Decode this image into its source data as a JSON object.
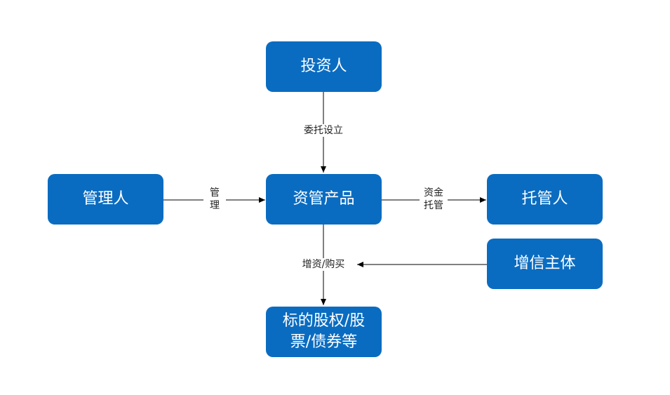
{
  "nodes": {
    "investor": "投资人",
    "manager": "管理人",
    "product": "资管产品",
    "custodian": "托管人",
    "credit_enhancer": "增信主体",
    "underlying": "标的股权/股\n票/债券等"
  },
  "edges": {
    "entrust": "委托设立",
    "manage": "管\n理",
    "custody": "资金\n托管",
    "invest": "增资/购买"
  },
  "colors": {
    "node_fill": "#0a6cc1",
    "node_text": "#ffffff",
    "line": "#000000"
  }
}
